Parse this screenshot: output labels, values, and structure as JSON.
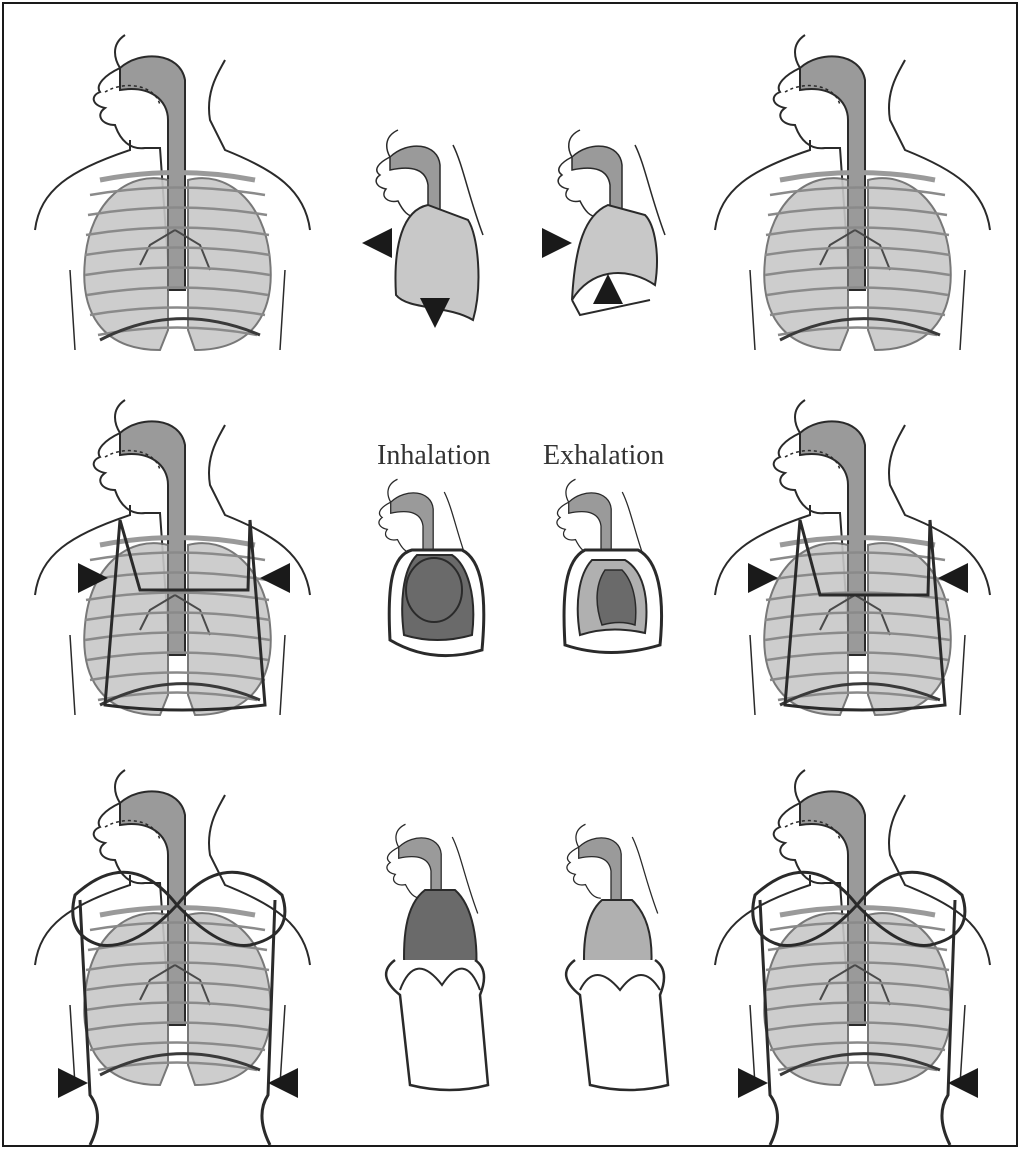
{
  "labels": {
    "inhalation": "Inhalation",
    "exhalation": "Exhalation"
  },
  "colors": {
    "outline": "#2a2a2a",
    "airway_fill": "#9a9a9a",
    "lung_fill": "#c8c8c8",
    "rib_stroke": "#8a8a8a",
    "dark_fill": "#6a6a6a",
    "mid_fill": "#b0b0b0"
  },
  "panels": [
    {
      "row": 1,
      "side": "left",
      "phase": "inhalation",
      "garment": "none"
    },
    {
      "row": 1,
      "side": "right",
      "phase": "exhalation",
      "garment": "none"
    },
    {
      "row": 2,
      "side": "left",
      "phase": "inhalation",
      "garment": "vest"
    },
    {
      "row": 2,
      "side": "right",
      "phase": "exhalation",
      "garment": "vest"
    },
    {
      "row": 3,
      "side": "left",
      "phase": "inhalation",
      "garment": "corset"
    },
    {
      "row": 3,
      "side": "right",
      "phase": "exhalation",
      "garment": "corset"
    }
  ],
  "icons": [
    "arrow-left-icon",
    "arrow-right-icon",
    "arrow-down-icon",
    "arrow-up-icon"
  ]
}
